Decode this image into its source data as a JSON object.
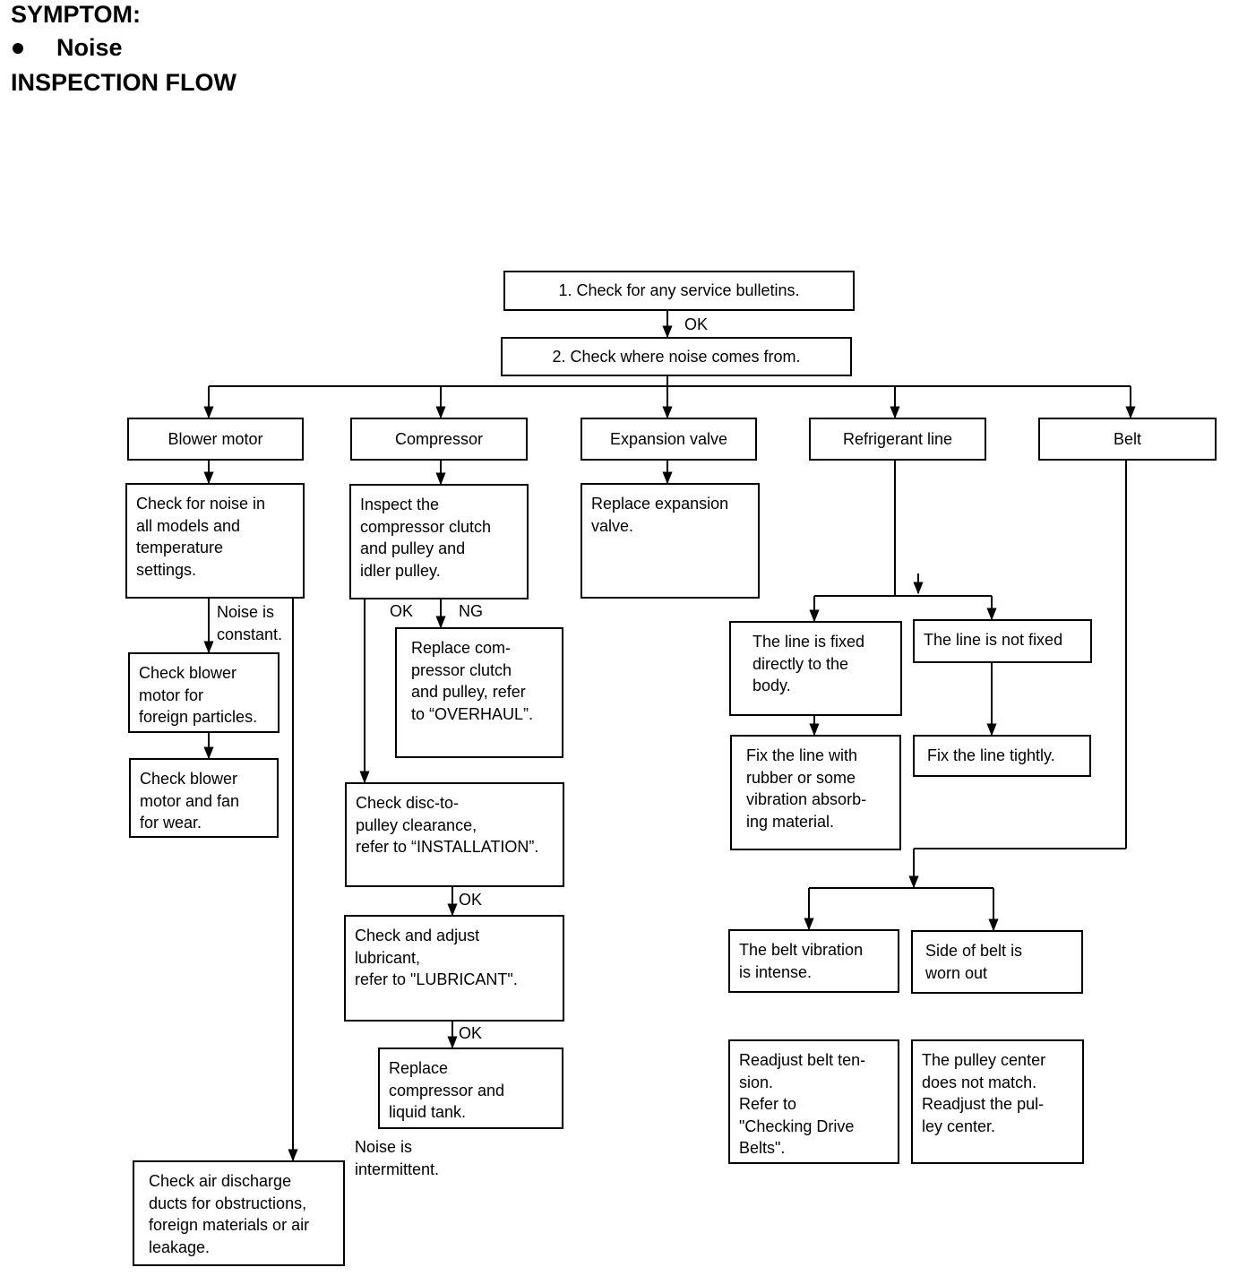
{
  "header": {
    "symptom_label": "SYMPTOM:",
    "symptom": "Noise",
    "flow_title": "INSPECTION FLOW"
  },
  "flow": {
    "step1": "1.  Check for any service bulletins.",
    "step2": "2.  Check where noise comes from.",
    "ok": "OK",
    "ng": "NG",
    "categories": {
      "blower": "Blower motor",
      "compressor": "Compressor",
      "expansion": "Expansion valve",
      "refrigerant": "Refrigerant line",
      "belt": "Belt"
    },
    "blower": {
      "check_noise": "Check for noise in\nall models and\ntemperature\nsettings.",
      "noise_constant": "Noise is\nconstant.",
      "check_particles": "Check blower\nmotor for\nforeign particles.",
      "check_wear": "Check blower\nmotor and fan\nfor wear.",
      "check_ducts": "Check air discharge\nducts for obstructions,\nforeign materials or air\nleakage."
    },
    "compressor": {
      "inspect": "Inspect the\ncompressor clutch\nand pulley and\nidler pulley.",
      "replace_clutch": "Replace com-\npressor clutch\nand pulley, refer\nto “OVERHAUL”.",
      "check_clearance": "Check disc-to-\npulley clearance,\nrefer to “INSTALLATION”.",
      "check_lubricant": "Check and adjust\nlubricant,\nrefer to \"LUBRICANT\".",
      "replace_compressor": "Replace\ncompressor and\nliquid tank.",
      "noise_intermittent": "Noise is\nintermittent."
    },
    "expansion": {
      "replace": "Replace expansion\nvalve."
    },
    "refrigerant": {
      "fixed": "The line is fixed\ndirectly to the\nbody.",
      "not_fixed": "The line is not fixed",
      "fix_rubber": "Fix the line with\nrubber or some\nvibration absorb-\ning material.",
      "fix_tight": "Fix the line tightly."
    },
    "belt": {
      "vibration": "The belt vibration\nis intense.",
      "side_worn": "Side of belt is\nworn out",
      "readjust_tension": "Readjust belt ten-\nsion.\nRefer to\n\"Checking Drive\nBelts\".",
      "pulley_center": "The pulley center\ndoes not match.\nReadjust the pul-\nley center."
    }
  }
}
